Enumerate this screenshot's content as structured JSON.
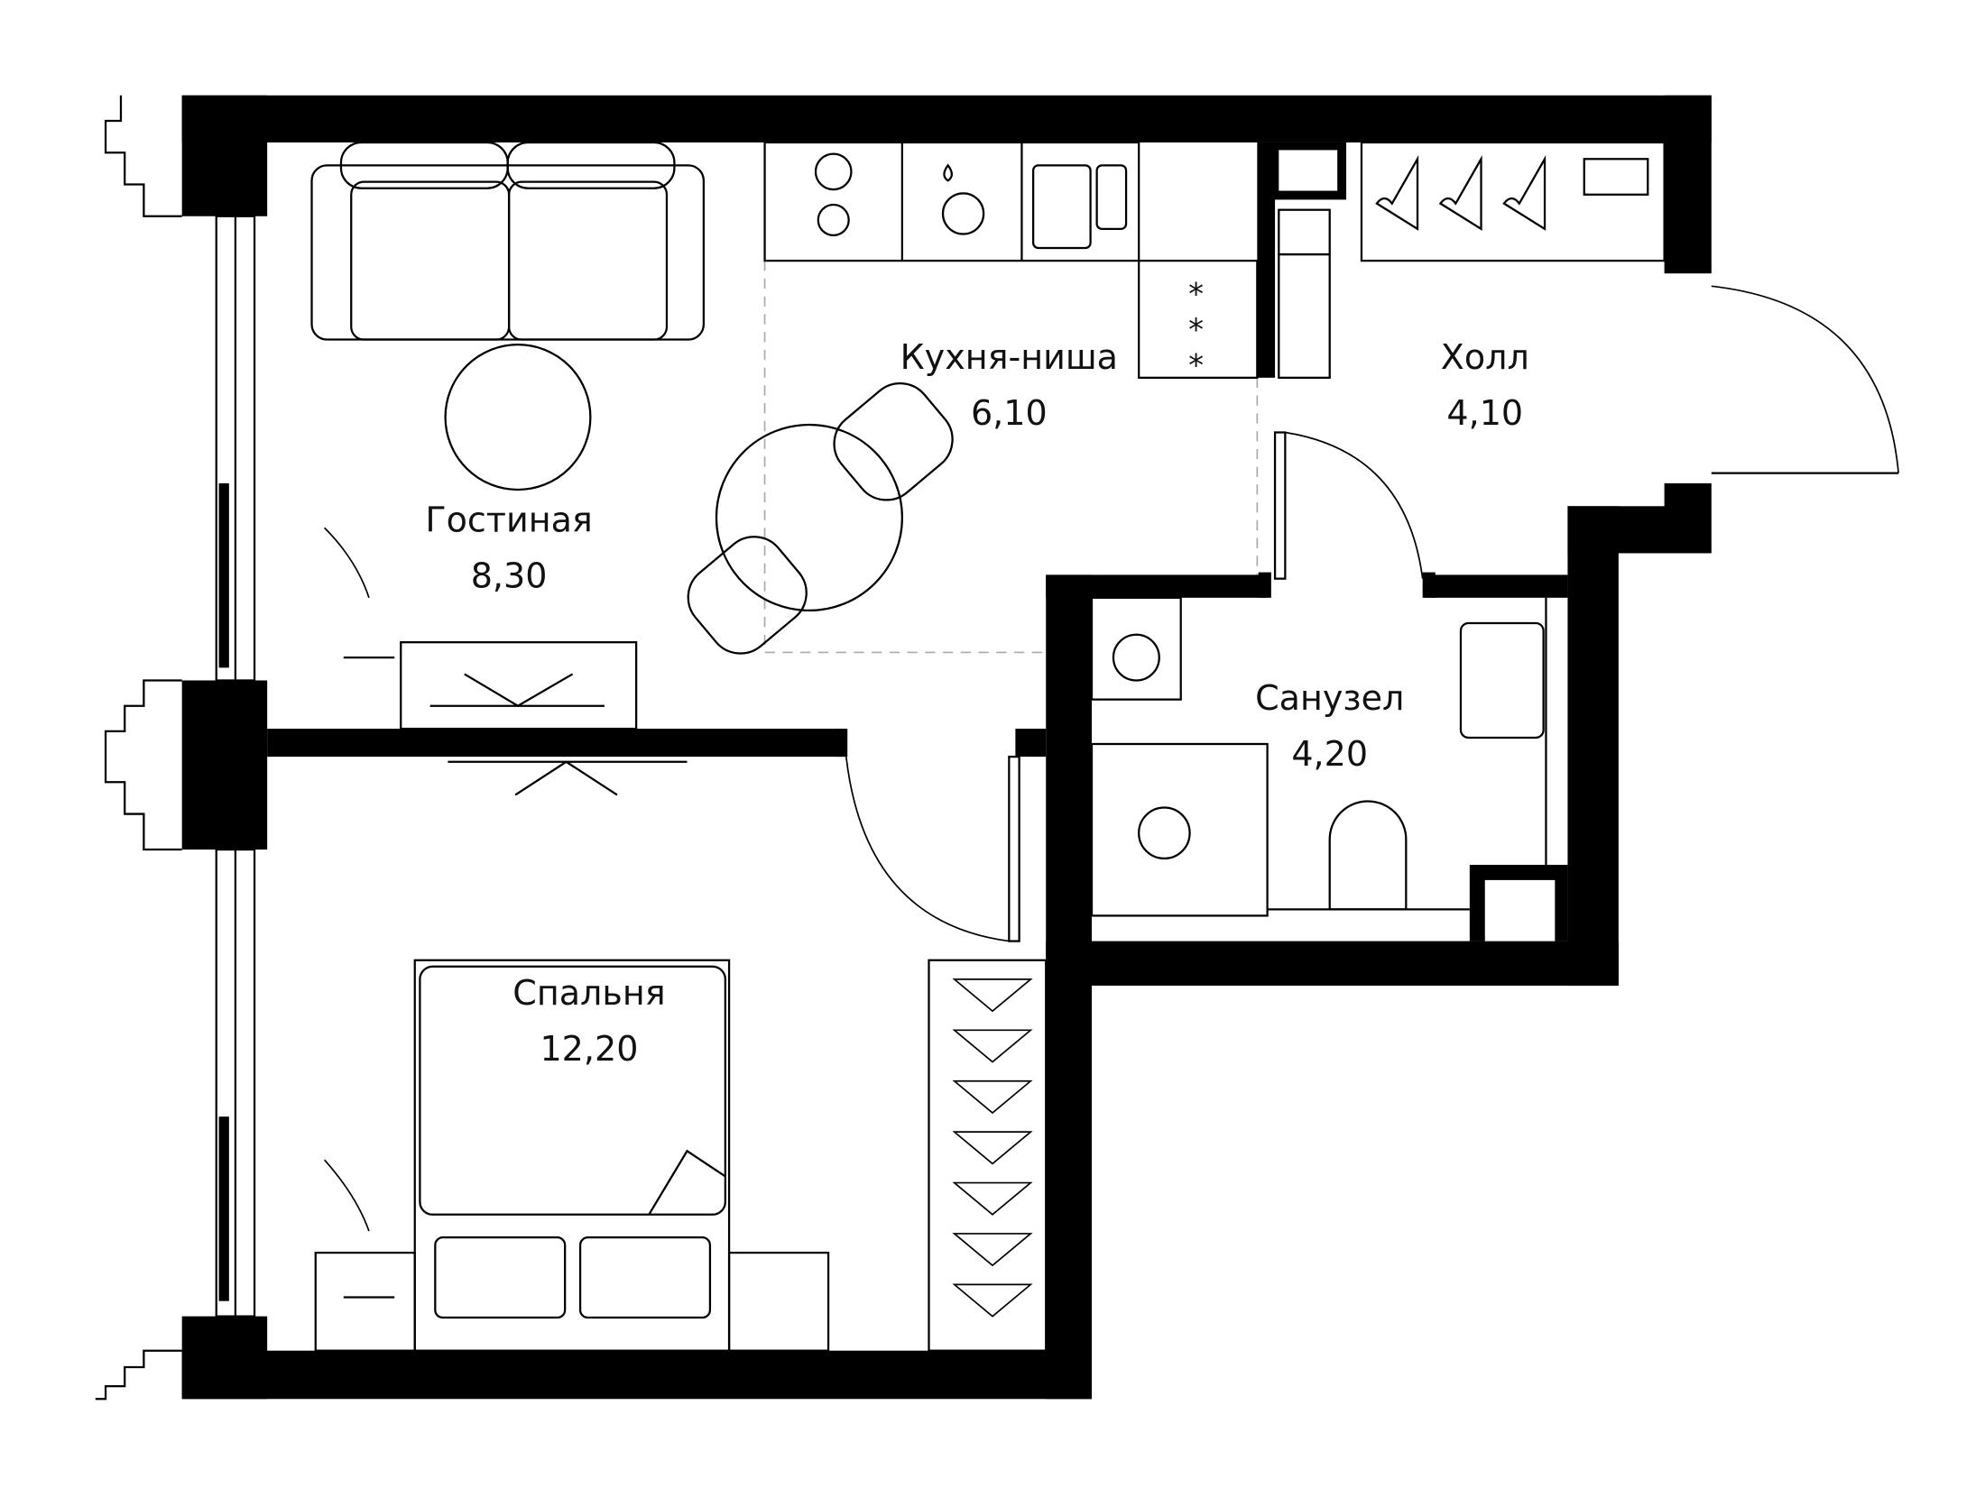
{
  "rooms": [
    {
      "name": "Гостиная",
      "area": "8,30"
    },
    {
      "name": "Кухня-ниша",
      "area": "6,10"
    },
    {
      "name": "Холл",
      "area": "4,10"
    },
    {
      "name": "Санузел",
      "area": "4,20"
    },
    {
      "name": "Спальня",
      "area": "12,20"
    }
  ],
  "colors": {
    "wall": "#000000",
    "background": "#ffffff",
    "zone_line": "#aaaaaa"
  }
}
